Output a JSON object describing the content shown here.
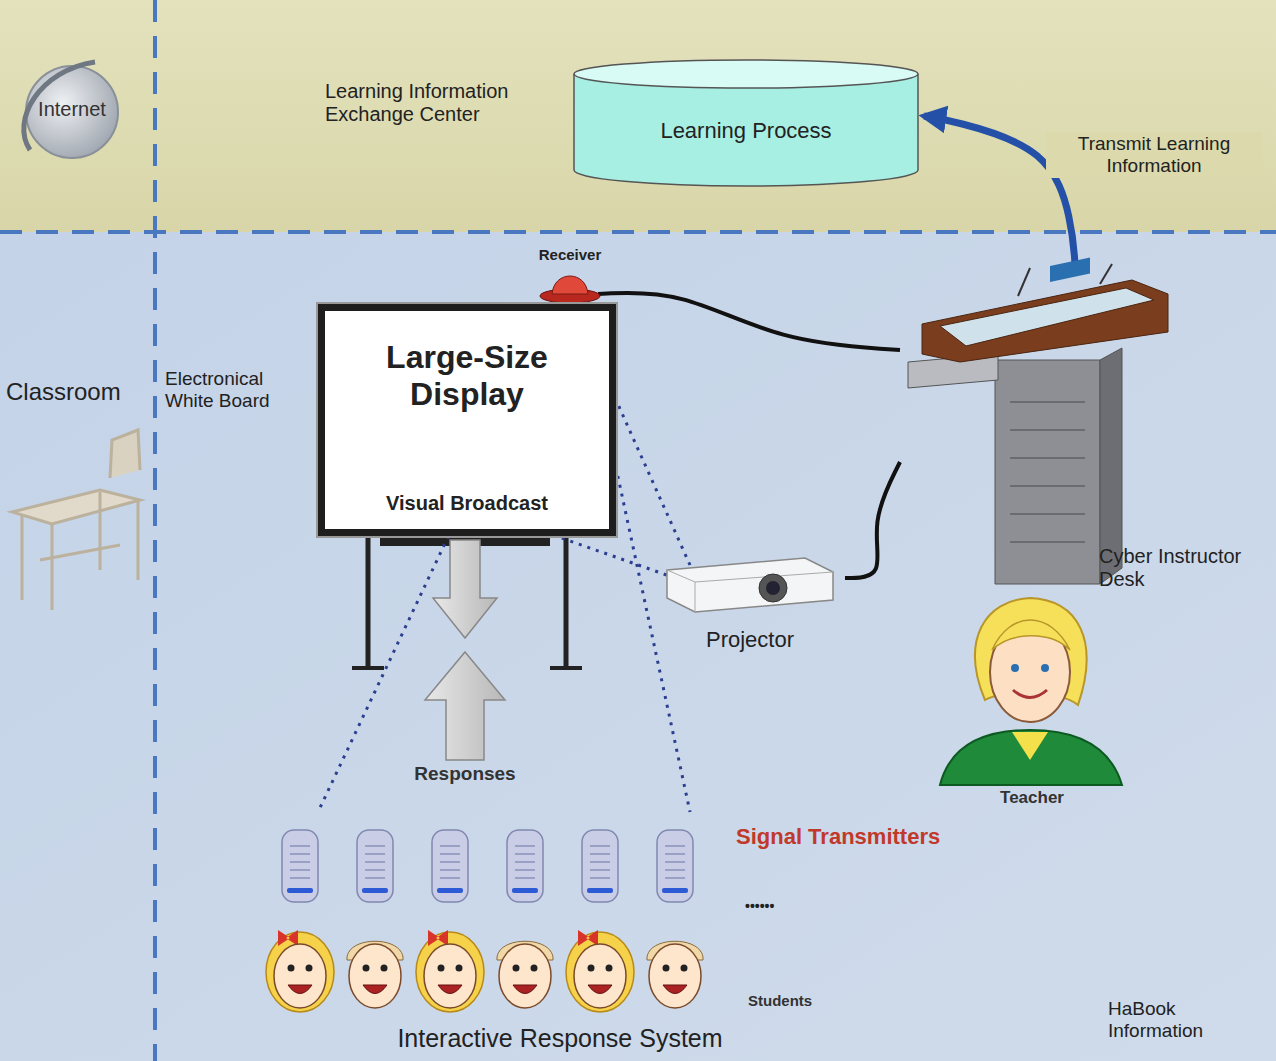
{
  "diagram": {
    "nodes": [
      {
        "text": [
          "Learning Process"
        ]
      },
      {
        "text": [
          "Receiver"
        ]
      },
      {
        "text": [
          "Large-Size Display",
          "Visual Broadcast"
        ]
      },
      {
        "text": [
          "Cyber Instructor Desk"
        ]
      },
      {
        "text": [
          "Projector"
        ]
      }
    ],
    "edges": [
      {
        "from": 3,
        "to": 0,
        "arrow": "to",
        "label": "Transmit Learning Information"
      },
      {
        "from": 1,
        "to": 3,
        "arrow": "none"
      },
      {
        "from": 3,
        "to": 4,
        "arrow": "none"
      },
      {
        "from": 4,
        "to": 2,
        "arrow": "none"
      }
    ],
    "labels": [
      "Internet",
      "Learning Information Exchange Center",
      "Classroom",
      "Electronical White Board",
      "Responses",
      "Teacher",
      "Signal Transmitters",
      "••••••",
      "Students",
      "Interactive Response System",
      "HaBook Information"
    ]
  }
}
